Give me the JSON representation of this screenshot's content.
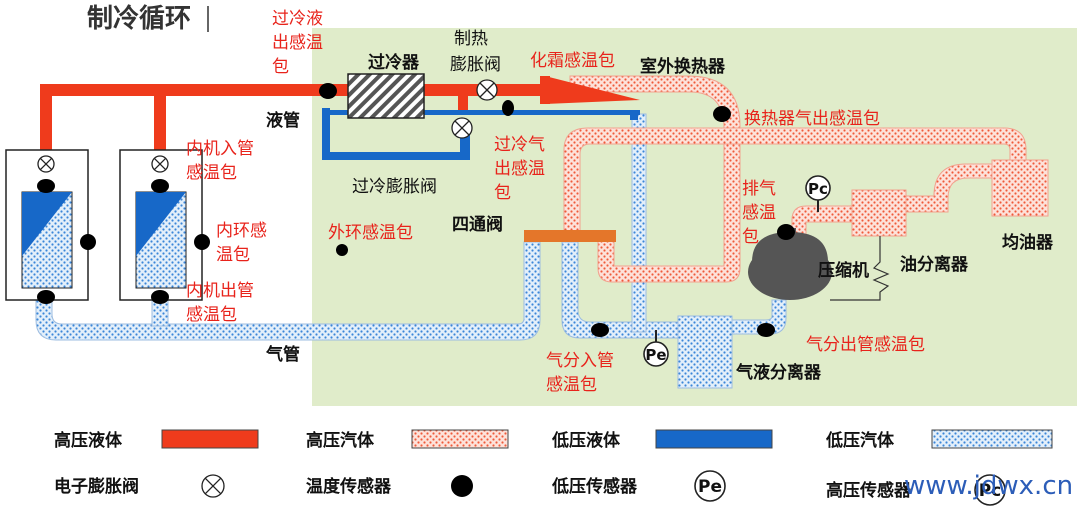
{
  "title": "制冷循环",
  "labels": {
    "subcooled_liquid_sensor": [
      "过冷液",
      "出感温",
      "包"
    ],
    "subcooler": "过冷器",
    "heating_exv": [
      "制热",
      "膨胀阀"
    ],
    "defrost_sensor": "化霜感温包",
    "outdoor_hx": "室外换热器",
    "liquid_pipe": "液管",
    "hx_gas_out_sensor": "换热器气出感温包",
    "indoor_in_sensor": [
      "内机入管",
      "感温包"
    ],
    "subcool_gas_sensor": [
      "过冷气",
      "出感温",
      "包"
    ],
    "subcool_exv": "过冷膨胀阀",
    "discharge_sensor": [
      "排气",
      "感温",
      "包"
    ],
    "oil_balancer": "均油器",
    "indoor_loop_sensor": [
      "内环感",
      "温包"
    ],
    "outdoor_loop_sensor": "外环感温包",
    "four_way_valve": "四通阀",
    "compressor": "压缩机",
    "oil_separator": "油分离器",
    "indoor_out_sensor": [
      "内机出管",
      "感温包"
    ],
    "gas_pipe": "气管",
    "accum_in_sensor": [
      "气分入管",
      "感温包"
    ],
    "accum_out_sensor": "气分出管感温包",
    "accumulator": "气液分离器",
    "pc": "Pc",
    "pe": "Pe"
  },
  "legend": {
    "hp_liquid": "高压液体",
    "hp_gas": "高压汽体",
    "lp_liquid": "低压液体",
    "lp_gas": "低压汽体",
    "exv": "电子膨胀阀",
    "temp_sensor": "温度传感器",
    "lp_sensor": "低压传感器",
    "hp_sensor": "高压传感器",
    "pe_symbol": "Pe",
    "pc_symbol": "Pc"
  },
  "watermark": "www.jdwx.cn",
  "colors": {
    "hp_liquid": "#ef3b1c",
    "hp_gas_dot": "#ef5a3a",
    "hp_gas_bg": "#fde2da",
    "lp_liquid": "#1768c8",
    "lp_gas_dot": "#3a86d8",
    "lp_gas_bg": "#e3effa",
    "outdoor_bg": "#e0ecca"
  }
}
